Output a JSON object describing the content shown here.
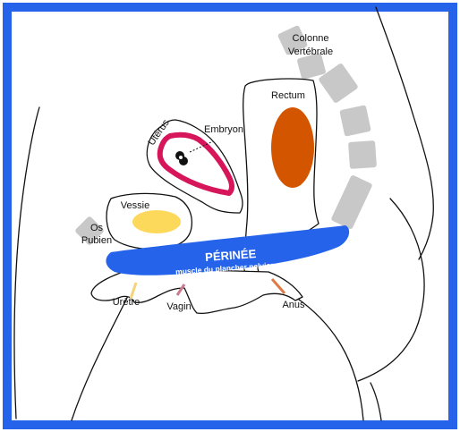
{
  "colors": {
    "frame": "#2563eb",
    "perineum": "#2563eb",
    "rectum_fill": "#d45500",
    "bladder_fill": "#fcd95a",
    "uterus_stroke": "#d6155a",
    "vertebra": "#c8c8c8",
    "duct_pink": "#c97b8f",
    "anus_orange": "#e07a43",
    "urethra_yellow": "#f4d47c"
  },
  "labels": {
    "colonne_line1": "Colonne",
    "colonne_line2": "Vertébrale",
    "rectum": "Rectum",
    "uterus": "Utérus",
    "embryon": "Embryon",
    "vessie": "Vessie",
    "os_line1": "Os",
    "os_line2": "Pubien",
    "perinee_title": "PÉRINÉE",
    "perinee_subtitle": "muscle du plancher pelvien",
    "uretre": "Urètre",
    "vagin": "Vagin",
    "anus": "Anus"
  }
}
